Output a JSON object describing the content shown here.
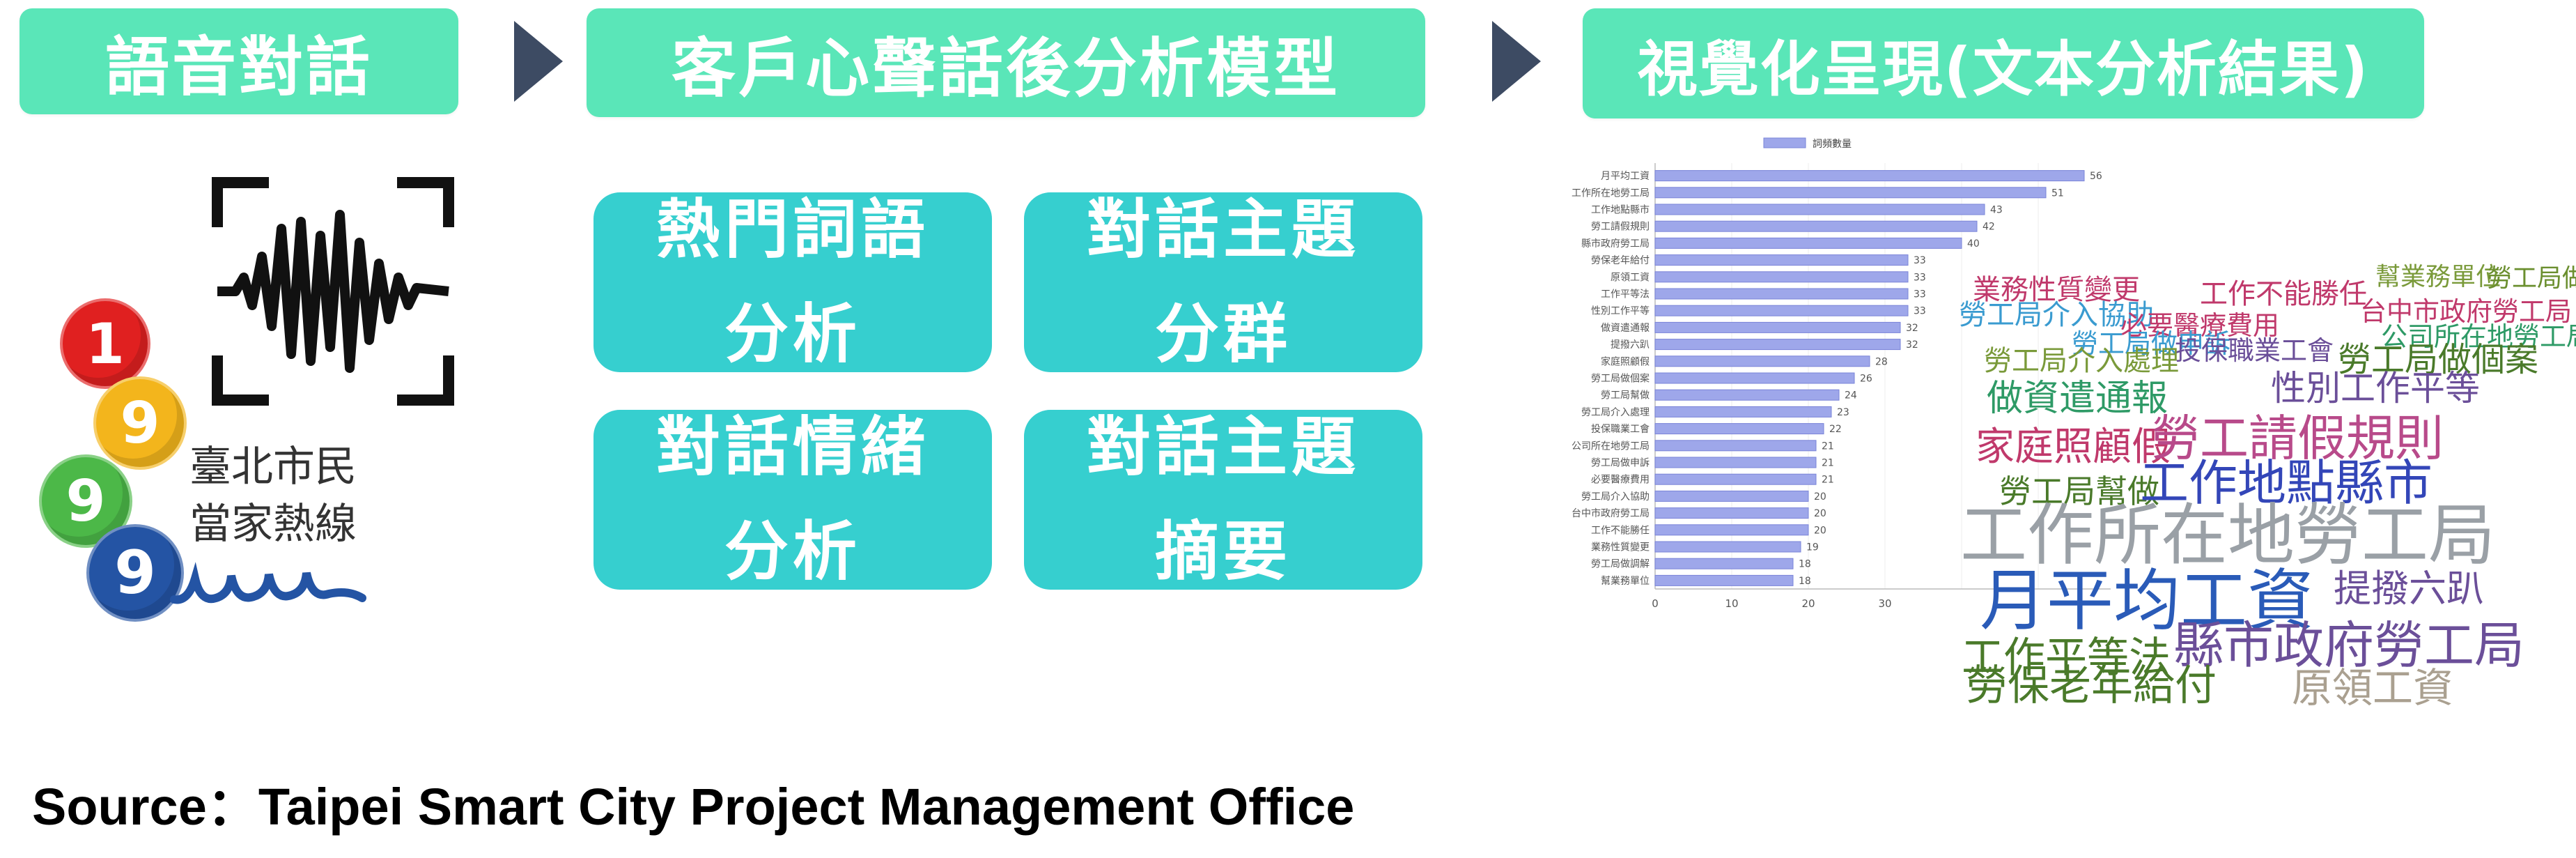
{
  "steps": {
    "step1_label": "語音對話",
    "step2_label": "客戶心聲話後分析模型",
    "step3_label": "視覺化呈現(文本分析結果)"
  },
  "analysis_tiles": [
    {
      "line1": "熱門詞語",
      "line2": "分析"
    },
    {
      "line1": "對話主題",
      "line2": "分群"
    },
    {
      "line1": "對話情緒",
      "line2": "分析"
    },
    {
      "line1": "對話主題",
      "line2": "摘要"
    }
  ],
  "hotline": {
    "digits": [
      "1",
      "9",
      "9",
      "9"
    ],
    "line1": "臺北市民",
    "line2": "當家熱線",
    "colors": [
      "#e02020",
      "#f3b51c",
      "#4cb848",
      "#2454a4"
    ]
  },
  "source_text": "Source：Taipei Smart City Project Management Office",
  "chart_data": {
    "type": "bar",
    "orientation": "horizontal",
    "legend": [
      "詞頻數量"
    ],
    "bar_color": "#9ea7ea",
    "categories": [
      "月平均工資",
      "工作所在地勞工局",
      "工作地點縣市",
      "勞工請假規則",
      "縣市政府勞工局",
      "勞保老年給付",
      "原領工資",
      "工作平等法",
      "性別工作平等",
      "做資遣通報",
      "提撥六趴",
      "家庭照顧假",
      "勞工局做個案",
      "勞工局幫做",
      "勞工局介入處理",
      "投保職業工會",
      "公司所在地勞工局",
      "勞工局做申訴",
      "必要醫療費用",
      "勞工局介入協助",
      "台中市政府勞工局",
      "工作不能勝任",
      "業務性質變更",
      "勞工局做調解",
      "幫業務單位"
    ],
    "values": [
      56,
      51,
      43,
      42,
      40,
      33,
      33,
      33,
      33,
      32,
      32,
      28,
      26,
      24,
      23,
      22,
      21,
      21,
      21,
      20,
      20,
      20,
      19,
      18,
      18
    ],
    "xticks": [
      "0",
      "10",
      "20",
      "30"
    ]
  },
  "word_cloud": [
    {
      "text": "業務性質變更",
      "color": "#c0396b"
    },
    {
      "text": "工作不能勝任",
      "color": "#c0396b"
    },
    {
      "text": "幫業務單位",
      "color": "#7a9a3a"
    },
    {
      "text": "勞工局做調解",
      "color": "#6b8f2f"
    },
    {
      "text": "勞工局介入協助",
      "color": "#3a9bd0"
    },
    {
      "text": "必要醫療費用",
      "color": "#c0396b"
    },
    {
      "text": "台中市政府勞工局",
      "color": "#c0396b"
    },
    {
      "text": "勞工局做申訴",
      "color": "#3a9bd0"
    },
    {
      "text": "公司所在地勞工局",
      "color": "#2e9a66"
    },
    {
      "text": "投保職業工會",
      "color": "#6b4f99"
    },
    {
      "text": "勞工局介入處理",
      "color": "#7a9a3a"
    },
    {
      "text": "勞工局做個案",
      "color": "#4a7a2a"
    },
    {
      "text": "做資遣通報",
      "color": "#2e9a66"
    },
    {
      "text": "性別工作平等",
      "color": "#6b4f99"
    },
    {
      "text": "家庭照顧假",
      "color": "#c0396b"
    },
    {
      "text": "勞工請假規則",
      "color": "#b84a8a"
    },
    {
      "text": "勞工局幫做",
      "color": "#4a7a2a"
    },
    {
      "text": "工作地點縣市",
      "color": "#3346b8"
    },
    {
      "text": "工作所在地勞工局",
      "color": "#9aa0a6"
    },
    {
      "text": "月平均工資",
      "color": "#2a5bb8"
    },
    {
      "text": "提撥六趴",
      "color": "#6b4f99"
    },
    {
      "text": "工作平等法",
      "color": "#4a7a2a"
    },
    {
      "text": "縣市政府勞工局",
      "color": "#6b4f99"
    },
    {
      "text": "勞保老年給付",
      "color": "#4a7a2a"
    },
    {
      "text": "原領工資",
      "color": "#aaa090"
    }
  ]
}
